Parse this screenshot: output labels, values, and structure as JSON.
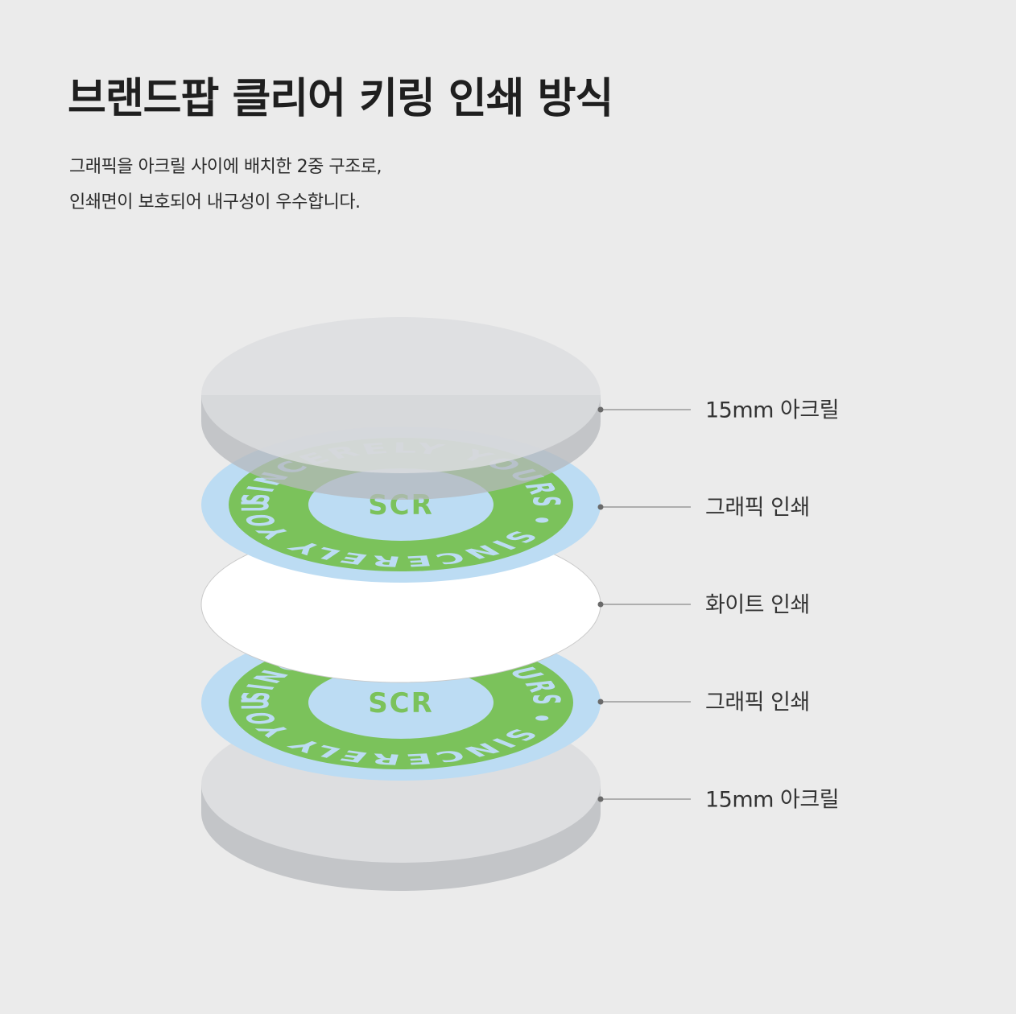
{
  "title": "브랜드팝 클리어 키링 인쇄 방식",
  "description": {
    "line1": "그래픽을 아크릴 사이에 배치한 2중 구조로,",
    "line2": "인쇄면이 보호되어 내구성이 우수합니다."
  },
  "layers": [
    {
      "label": "15mm 아크릴",
      "kind": "acrylic"
    },
    {
      "label": "그래픽 인쇄",
      "kind": "graphic"
    },
    {
      "label": "화이트 인쇄",
      "kind": "white"
    },
    {
      "label": "그래픽 인쇄",
      "kind": "graphic"
    },
    {
      "label": "15mm 아크릴",
      "kind": "acrylic"
    }
  ],
  "graphic": {
    "center_text": "SCR",
    "ring_text": "SINCERELY YOURS • SINCERELY YOURS •"
  },
  "colors": {
    "background": "#ebebeb",
    "acrylic_top": "#dddee0",
    "acrylic_side": "#c3c5c8",
    "graphic_blue": "#bcdcf3",
    "graphic_green": "#7bc25b",
    "white": "#ffffff",
    "leader_line": "#8a8a8a"
  }
}
